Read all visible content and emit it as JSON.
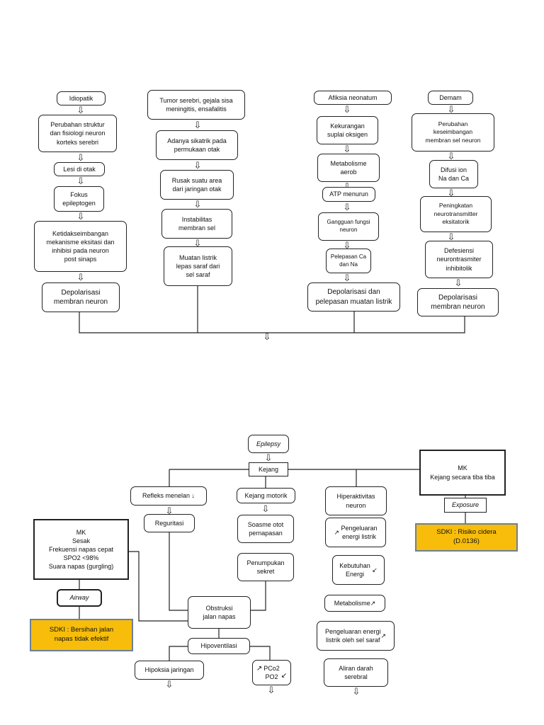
{
  "causes": {
    "col1": [
      "Idiopatik",
      "Perubahan struktur\ndan fisiologi neuron\nkorteks serebri",
      "Lesi di otak",
      "Fokus\nepileptogen",
      "Ketidakseimbangan\nmekanisme eksitasi dan\ninhibisi pada neuron\npost sinaps",
      "Depolarisasi\nmembran neuron"
    ],
    "col2": [
      "Tumor serebri, gejala sisa\nmeningitis, ensafalitis",
      "Adanya sikatrik pada\npermukaan otak",
      "Rusak suatu area\ndari jaringan otak",
      "Instabilitas\nmembran sel",
      "Muatan listrik\nlepas saraf dari\nsel saraf"
    ],
    "col3": [
      "Afiksia neonatum",
      "Kekurangan\nsuplai oksigen",
      "Metabolisme\naerob",
      "ATP menurun",
      "Gangguan fungsi\nneuron",
      "Pelepasan Ca\ndan Na",
      "Depolarisasi dan\npelepasan muatan listrik"
    ],
    "col4": [
      "Demam",
      "Perubahan\nkeseimbangan\nmembran sel neuron",
      "Difusi ion\nNa dan Ca",
      "Peningkatan\nneurotransmitter\neksitatorik",
      "Defesiensi\nneurontrasmiter\ninhibitolik",
      "Depolarisasi\nmembran neuron"
    ]
  },
  "flow": {
    "epilepsy": "Epilepsy",
    "kejang": "Kejang",
    "mk_kejang": "MK\nKejang secara tiba tiba",
    "exposure": "Exposure",
    "sdki_risiko": "SDKI : Risiko cidera\n(D.0136)",
    "refleks": "Refleks menelan",
    "reguritasi": "Reguritasi",
    "kejang_motorik": "Kejang motorik",
    "soasme": "Soasme otot\npernapasan",
    "penumpukan": "Penumpukan\nsekret",
    "hiperaktivitas": "Hiperaktivitas\nneuron",
    "pengeluaran_energi": "Pengeluaran\nenergi listrik",
    "kebutuhan": "Kebutuhan\nEnergi",
    "metabolisme": "Metabolisme",
    "pengeluaran_sel": "Pengeluaran energi\nlistrik oleh sel saraf",
    "aliran": "Aliran darah\nserebral",
    "mk_sesak": "MK\nSesak\nFrekuensi napas cepat\nSPO2 <98%\nSuara napas (gurgling)",
    "airway": "Airway",
    "sdki_bersihan": "SDKI : Bersihan jalan\nnapas tidak efektif",
    "obstruksi": "Obstruksi\njalan napas",
    "hipoventilasi": "Hipoventilasi",
    "hipoksia": "Hipoksia jaringan",
    "pco2": "PCo2\nPO2"
  },
  "colors": {
    "line": "#222222",
    "sdki_fill": "#f7bd0a",
    "sdki_border": "#6d7f97"
  }
}
